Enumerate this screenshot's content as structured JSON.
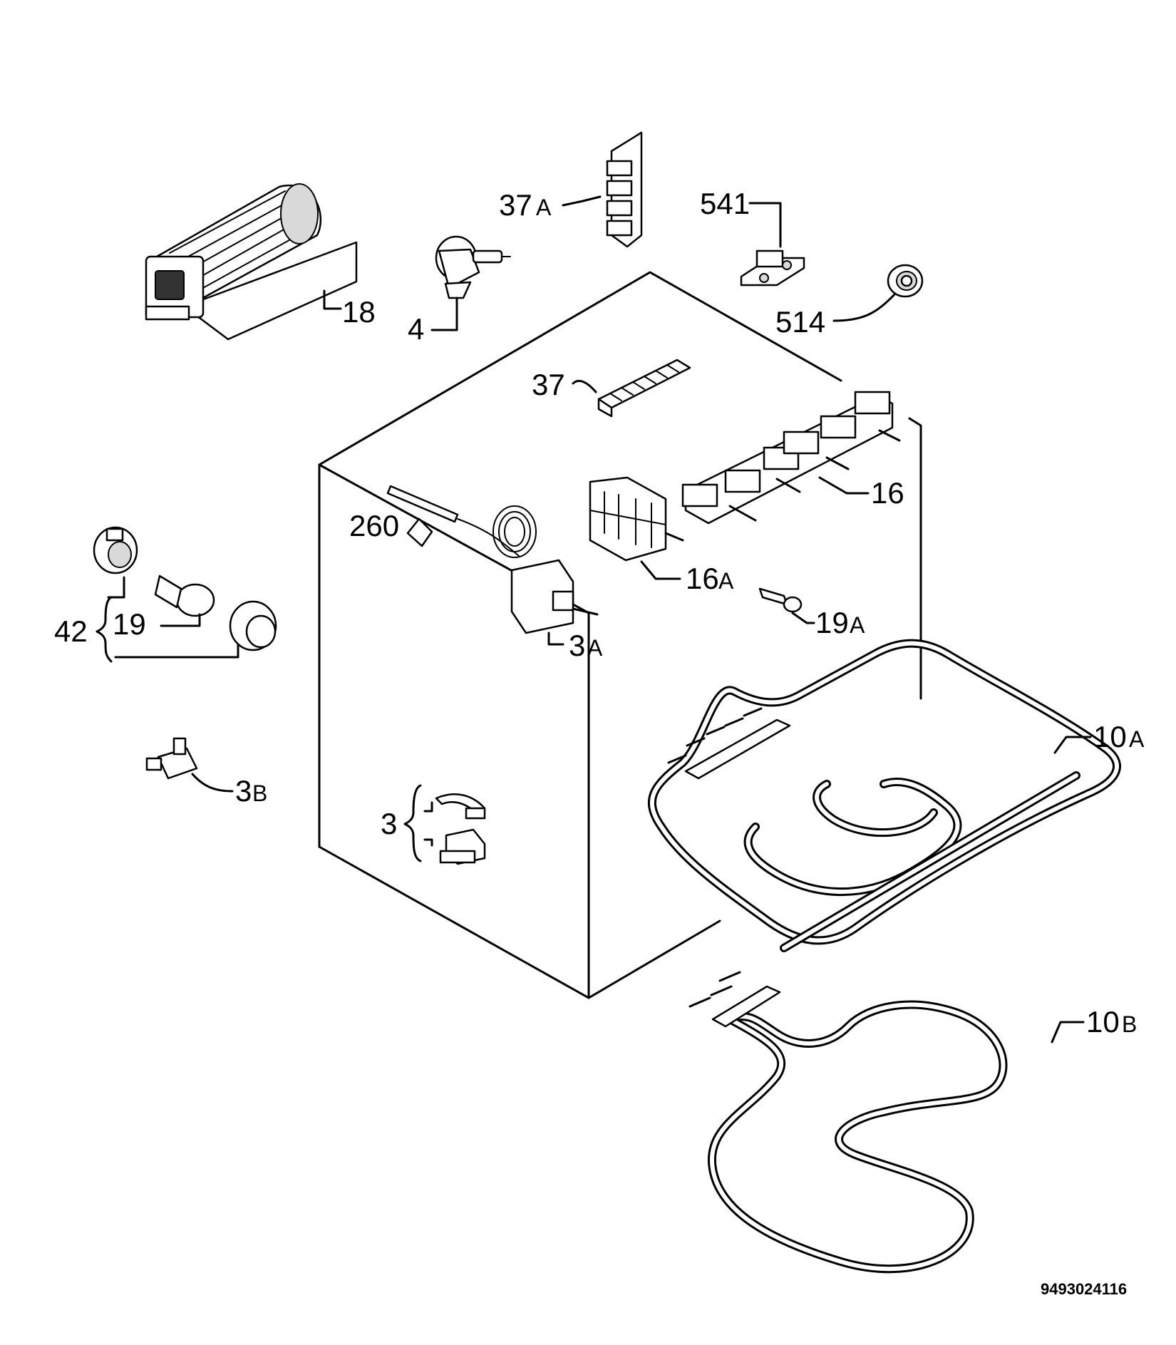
{
  "labels": {
    "p18": "18",
    "p4": "4",
    "p37a_num": "37",
    "p37a_suf": "A",
    "p541": "541",
    "p514": "514",
    "p37": "37",
    "p260": "260",
    "p16": "16",
    "p16a_num": "16",
    "p16a_suf": "A",
    "p19a_num": "19",
    "p19a_suf": "A",
    "p3a_num": "3",
    "p3a_suf": "A",
    "p42": "42",
    "p19": "19",
    "p3b_num": "3",
    "p3b_suf": "B",
    "p3": "3",
    "p10a_num": "10",
    "p10a_suf": "A",
    "p10b_num": "10",
    "p10b_suf": "B"
  },
  "drawing_code": "9493024116"
}
